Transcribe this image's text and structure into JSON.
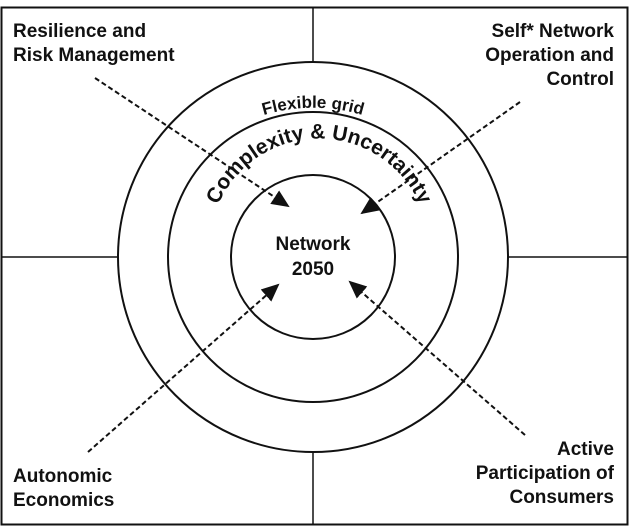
{
  "labels": {
    "top_left": [
      "Resilience and",
      "Risk Management"
    ],
    "top_right": [
      "Self* Network",
      "Operation and",
      "Control"
    ],
    "bottom_left": [
      "Autonomic",
      "Economics"
    ],
    "bottom_right": [
      "Active",
      "Participation of",
      "Consumers"
    ]
  },
  "rings": {
    "outer": "Flexible grid",
    "middle": "Complexity & Uncertainty"
  },
  "center": [
    "Network",
    "2050"
  ]
}
